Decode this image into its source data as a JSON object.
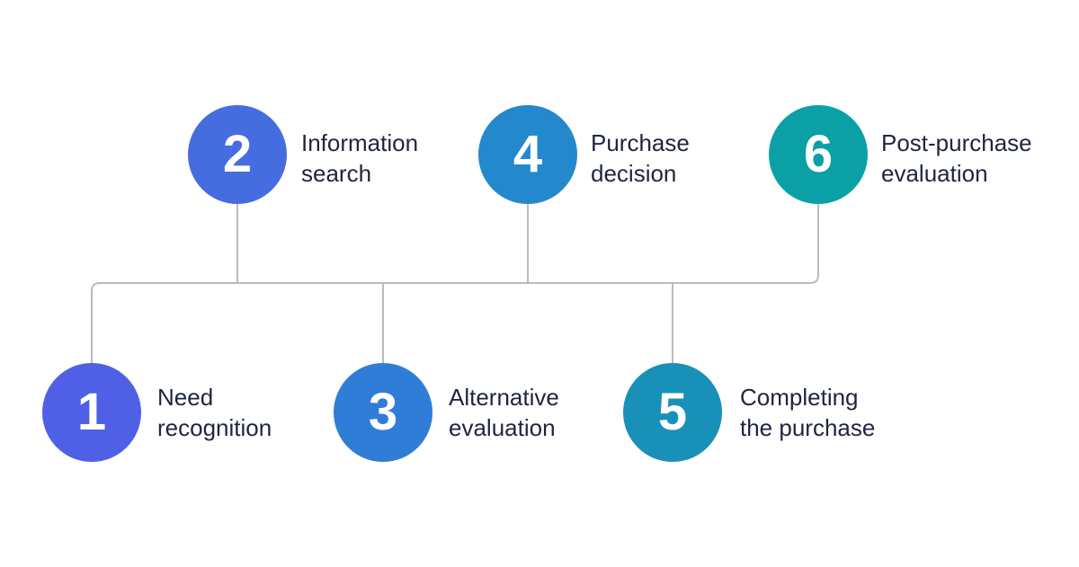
{
  "colors": {
    "connector": "#b7bcc4",
    "label_text": "#1f2540",
    "number_text": "#ffffff"
  },
  "steps": [
    {
      "number": "1",
      "line1": "Need",
      "line2": "recognition",
      "color": "#4f60e6"
    },
    {
      "number": "2",
      "line1": "Information",
      "line2": "search",
      "color": "#466de0"
    },
    {
      "number": "3",
      "line1": "Alternative",
      "line2": "evaluation",
      "color": "#2f7dd6"
    },
    {
      "number": "4",
      "line1": "Purchase",
      "line2": "decision",
      "color": "#2488cc"
    },
    {
      "number": "5",
      "line1": "Completing",
      "line2": "the purchase",
      "color": "#1990b8"
    },
    {
      "number": "6",
      "line1": "Post-purchase",
      "line2": "evaluation",
      "color": "#0aa0a6"
    }
  ]
}
